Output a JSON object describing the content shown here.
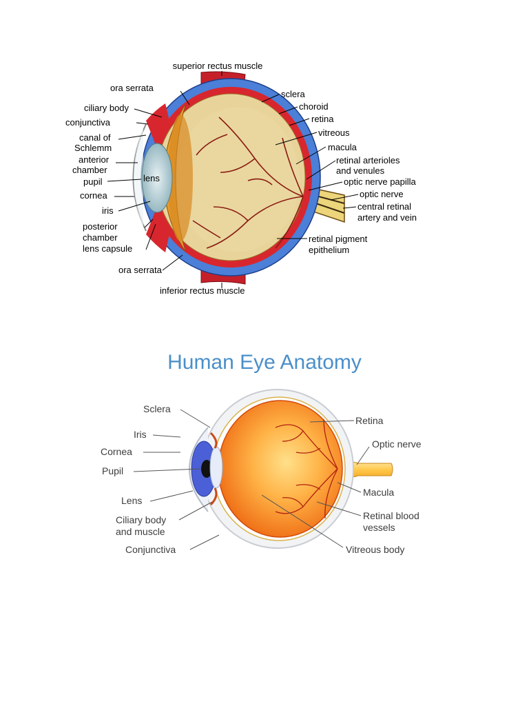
{
  "diagram1": {
    "labels": {
      "superior_rectus": "superior rectus muscle",
      "ora_serrata_top": "ora serrata",
      "ciliary_body": "ciliary body",
      "conjunctiva": "conjunctiva",
      "canal_1": "canal of",
      "canal_2": "Schlemm",
      "anterior_1": "anterior",
      "anterior_2": "chamber",
      "pupil": "pupil",
      "lens": "lens",
      "cornea": "cornea",
      "iris": "iris",
      "posterior_1": "posterior",
      "posterior_2": "chamber",
      "lens_capsule": "lens capsule",
      "ora_serrata_bottom": "ora serrata",
      "inferior_rectus": "inferior rectus muscle",
      "sclera": "sclera",
      "choroid": "choroid",
      "retina": "retina",
      "vitreous": "vitreous",
      "macula": "macula",
      "arterioles_1": "retinal arterioles",
      "arterioles_2": "and venules",
      "papilla": "optic nerve papilla",
      "optic_nerve": "optic nerve",
      "central_1": "central retinal",
      "central_2": "artery and vein",
      "pigment_1": "retinal pigment",
      "pigment_2": "epithelium"
    }
  },
  "diagram2": {
    "title": "Human Eye Anatomy",
    "labels": {
      "sclera": "Sclera",
      "iris": "Iris",
      "cornea": "Cornea",
      "pupil": "Pupil",
      "lens": "Lens",
      "ciliary_1": "Ciliary body",
      "ciliary_2": "and muscle",
      "conjunctiva": "Conjunctiva",
      "retina": "Retina",
      "optic_nerve": "Optic nerve",
      "macula": "Macula",
      "vessels_1": "Retinal blood",
      "vessels_2": "vessels",
      "vitreous": "Vitreous body"
    }
  }
}
